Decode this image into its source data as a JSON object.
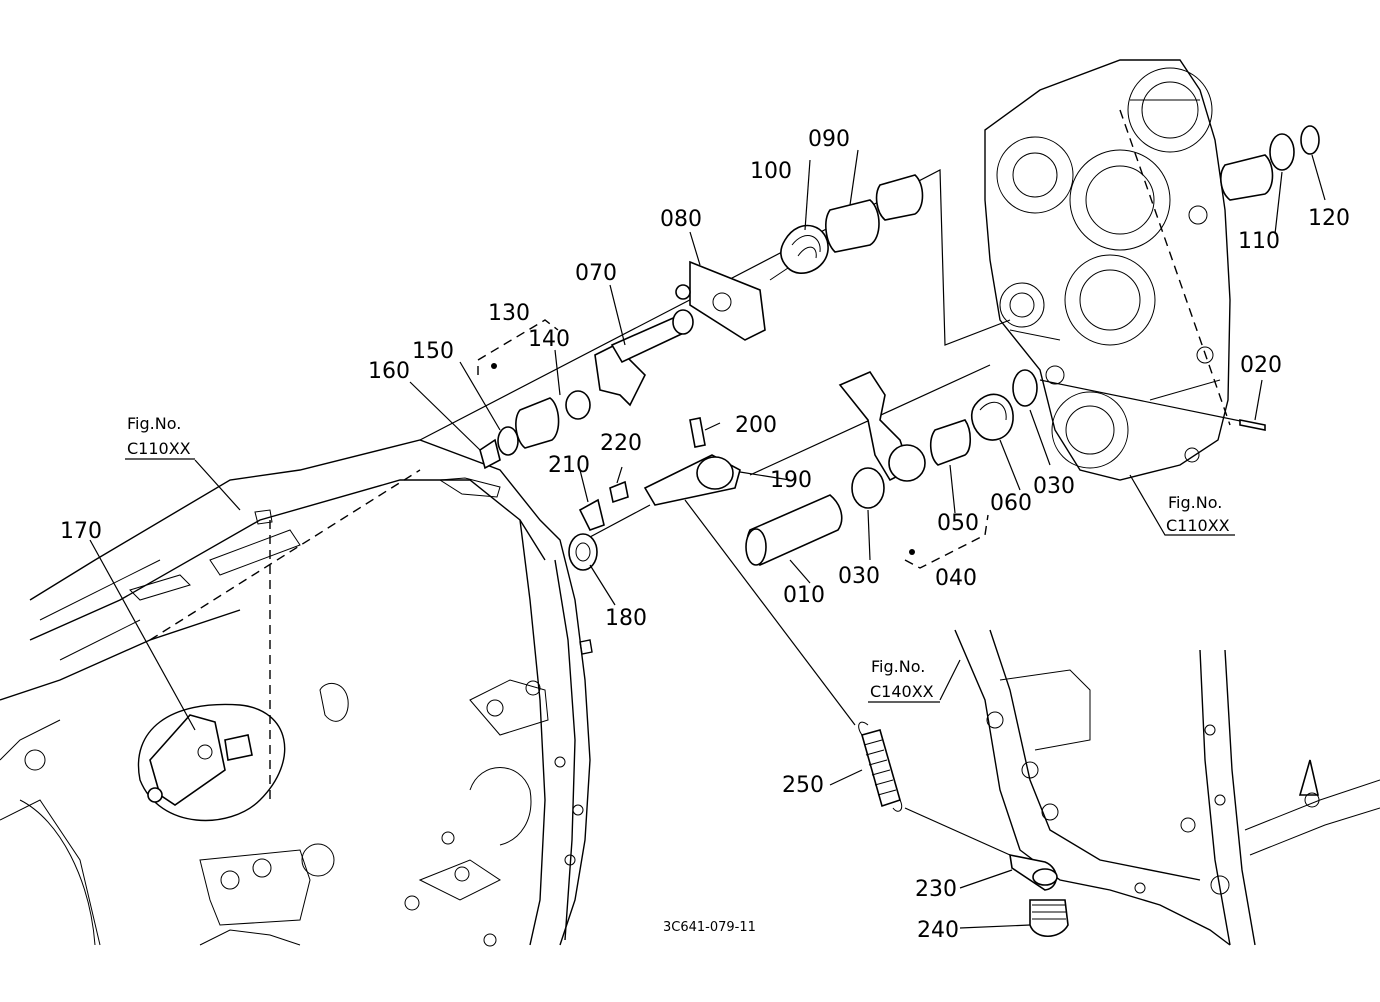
{
  "callouts": {
    "p010": "010",
    "p020": "020",
    "p030a": "030",
    "p030b": "030",
    "p040": "040",
    "p050": "050",
    "p060": "060",
    "p070": "070",
    "p080": "080",
    "p090": "090",
    "p100": "100",
    "p110": "110",
    "p120": "120",
    "p130": "130",
    "p140": "140",
    "p150": "150",
    "p160": "160",
    "p170": "170",
    "p180": "180",
    "p190": "190",
    "p200": "200",
    "p210": "210",
    "p220": "220",
    "p230": "230",
    "p240": "240",
    "p250": "250"
  },
  "figure_refs": {
    "ref_left": {
      "label": "Fig.No.",
      "code": "C110XX"
    },
    "ref_right": {
      "label": "Fig.No.",
      "code": "C110XX"
    },
    "ref_lower": {
      "label": "Fig.No.",
      "code": "C140XX"
    }
  },
  "drawing_code": "3C641-079-11"
}
